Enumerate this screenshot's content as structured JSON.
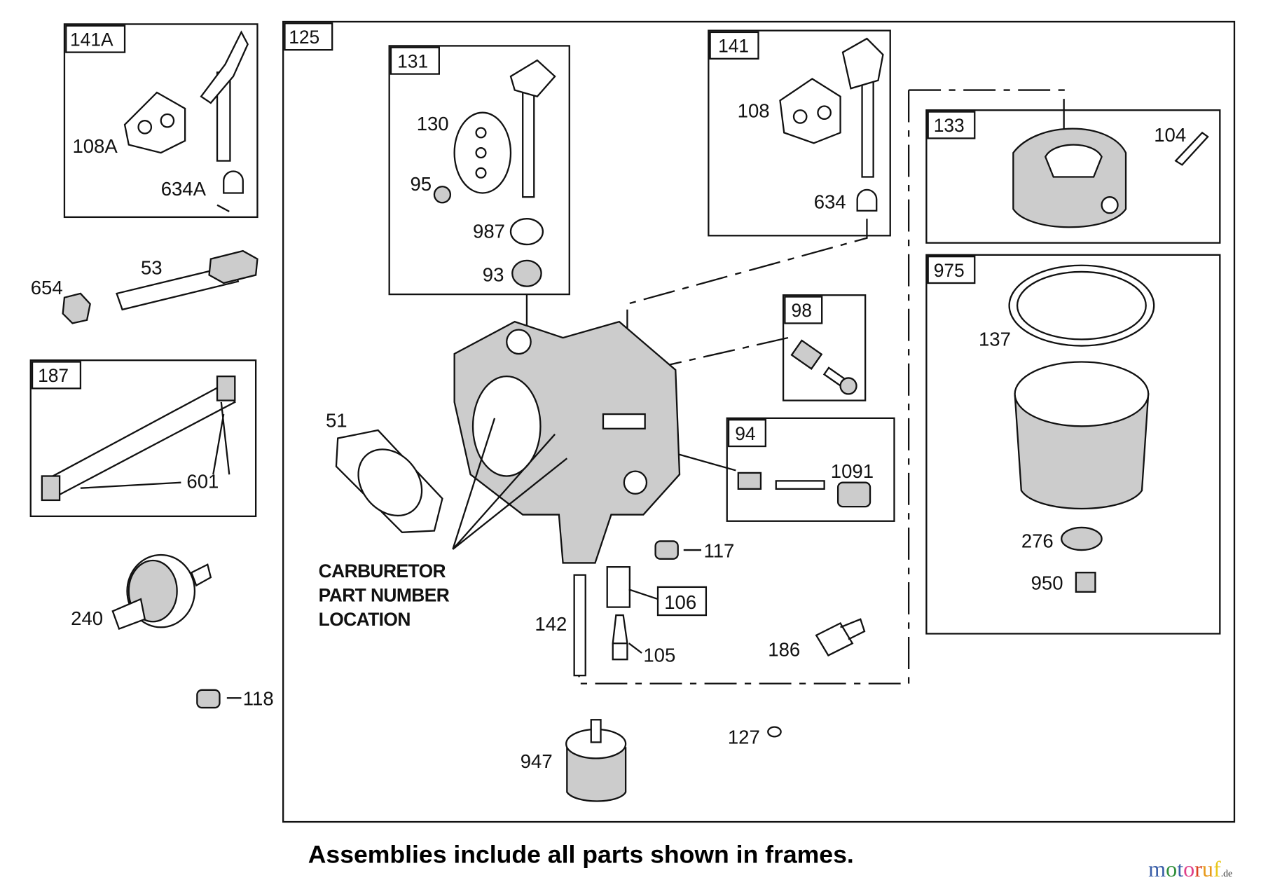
{
  "frames": {
    "f141a": "141A",
    "f125": "125",
    "f131": "131",
    "f141": "141",
    "f133": "133",
    "f975": "975",
    "f98": "98",
    "f94": "94",
    "f187": "187",
    "f106": "106"
  },
  "parts": {
    "p108a": "108A",
    "p634a": "634A",
    "p654": "654",
    "p53": "53",
    "p601": "601",
    "p240": "240",
    "p118": "118",
    "p130": "130",
    "p95": "95",
    "p987": "987",
    "p93": "93",
    "p108": "108",
    "p634": "634",
    "p104": "104",
    "p137": "137",
    "p276": "276",
    "p950": "950",
    "p51": "51",
    "p1091": "1091",
    "p117": "117",
    "p142": "142",
    "p105": "105",
    "p186": "186",
    "p127": "127",
    "p947": "947"
  },
  "note": {
    "line1": "CARBURETOR",
    "line2": "PART NUMBER",
    "line3": "LOCATION"
  },
  "footer": "Assemblies include all parts shown in frames.",
  "watermark": "motoruf.de"
}
